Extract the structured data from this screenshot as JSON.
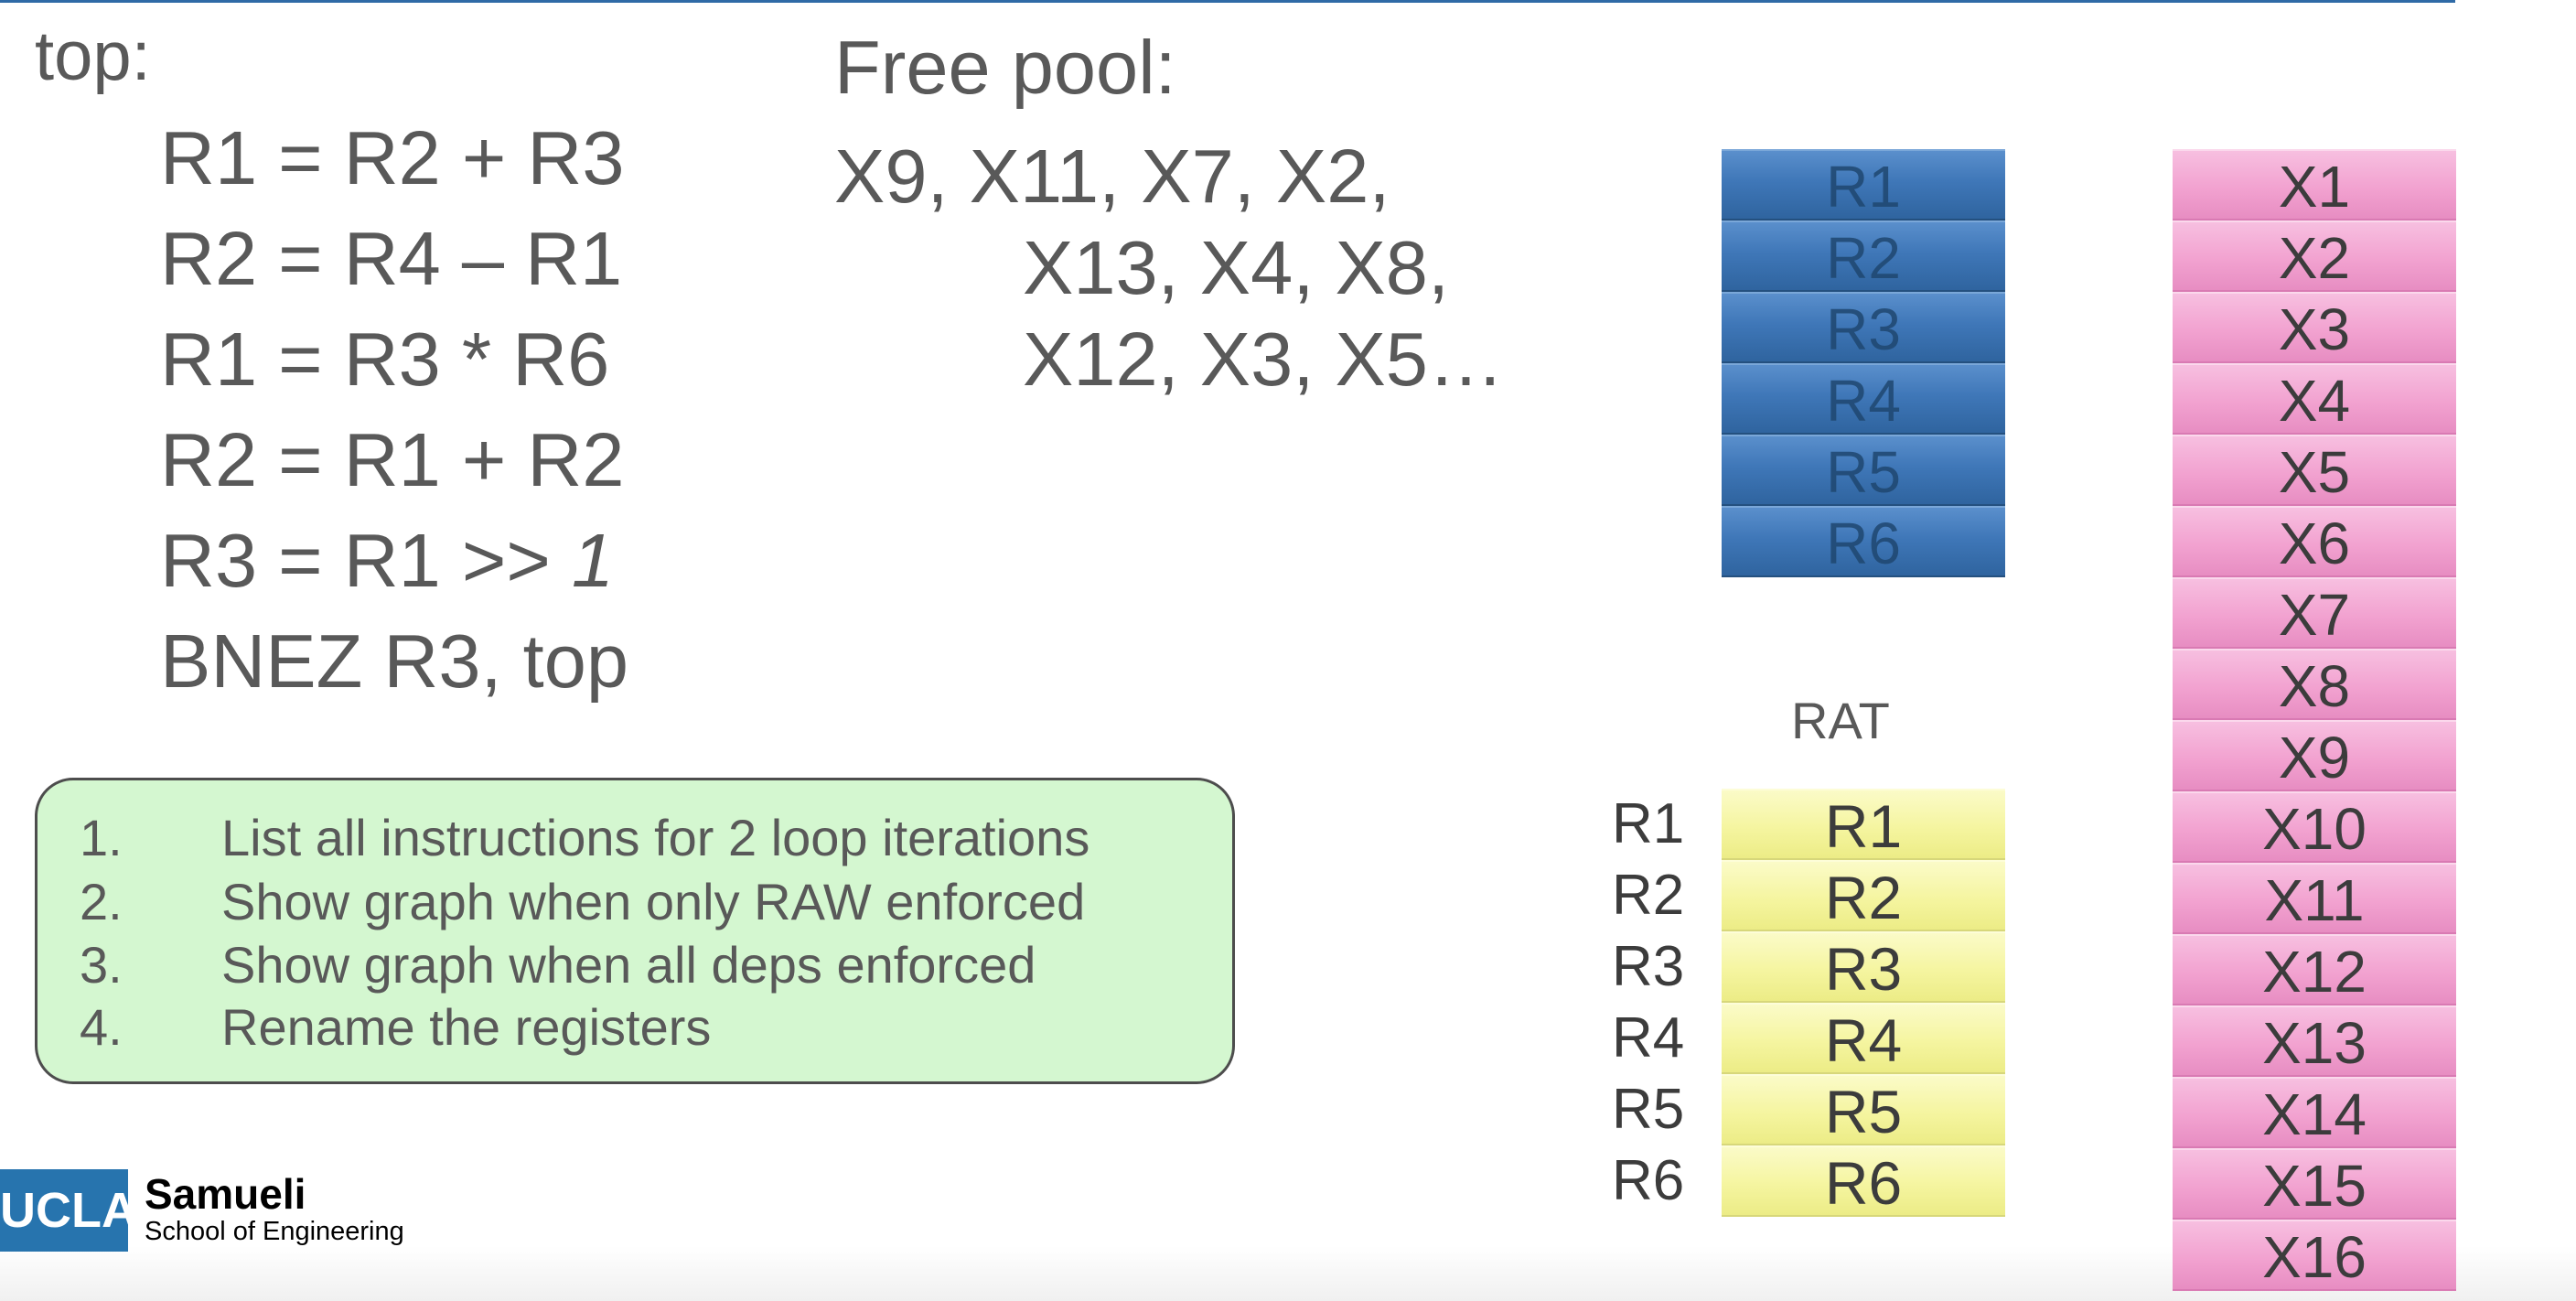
{
  "code": {
    "label": "top:",
    "lines": [
      "R1 = R2 + R3",
      "R2 = R4 – R1",
      "R1 = R3 * R6",
      "R2 = R1 + R2",
      "R3 = R1 >> ",
      "BNEZ R3, top"
    ],
    "line5_imm": "1"
  },
  "free_pool": {
    "title": "Free pool:",
    "lines": [
      "X9, X11, X7, X2,",
      "X13, X4, X8,",
      "X12, X3, X5…"
    ]
  },
  "tasks": [
    {
      "num": "1.",
      "text": "List all instructions for 2 loop iterations"
    },
    {
      "num": "2.",
      "text": "Show graph when only RAW enforced"
    },
    {
      "num": "3.",
      "text": "Show graph when all deps enforced"
    },
    {
      "num": "4.",
      "text": "Rename the registers"
    }
  ],
  "arch_regs": [
    "R1",
    "R2",
    "R3",
    "R4",
    "R5",
    "R6"
  ],
  "rat": {
    "label": "RAT",
    "rows": [
      "R1",
      "R2",
      "R3",
      "R4",
      "R5",
      "R6"
    ],
    "values": [
      "R1",
      "R2",
      "R3",
      "R4",
      "R5",
      "R6"
    ]
  },
  "phys_regs": [
    "X1",
    "X2",
    "X3",
    "X4",
    "X5",
    "X6",
    "X7",
    "X8",
    "X9",
    "X10",
    "X11",
    "X12",
    "X13",
    "X14",
    "X15",
    "X16"
  ],
  "logo": {
    "mark": "UCLA",
    "name": "Samueli",
    "sub": "School of Engineering"
  },
  "colors": {
    "arch": "#3f77b8",
    "rat": "#f5f5a0",
    "phys": "#f2a2d0",
    "task_box": "#d4f7d0",
    "logo": "#2774ae"
  }
}
